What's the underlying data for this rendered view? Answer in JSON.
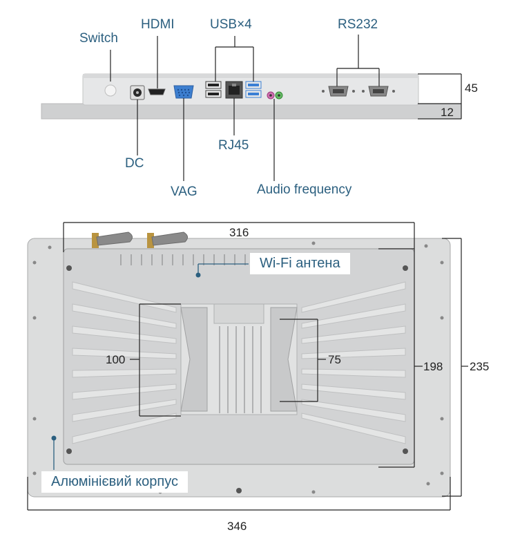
{
  "top_view": {
    "labels": {
      "switch": "Switch",
      "hdmi": "HDMI",
      "usb": "USB×4",
      "rs232": "RS232",
      "dc": "DC",
      "rj45": "RJ45",
      "vag": "VAG",
      "audio": "Audio frequency"
    },
    "dims": {
      "height": "45",
      "bezel": "12"
    }
  },
  "back_view": {
    "callouts": {
      "wifi": "Wi-Fi антена",
      "housing": "Алюмінієвий корпус"
    },
    "dims": {
      "inner_width": "316",
      "outer_width": "346",
      "inner_height": "198",
      "outer_height": "235",
      "vesa_left": "100",
      "vesa_right": "75"
    }
  },
  "colors": {
    "label": "#2b5f7f",
    "body": "#e3e4e5",
    "panel": "#d9dadb",
    "vga": "#3d7fd0",
    "usb3": "#3a7fd5"
  }
}
